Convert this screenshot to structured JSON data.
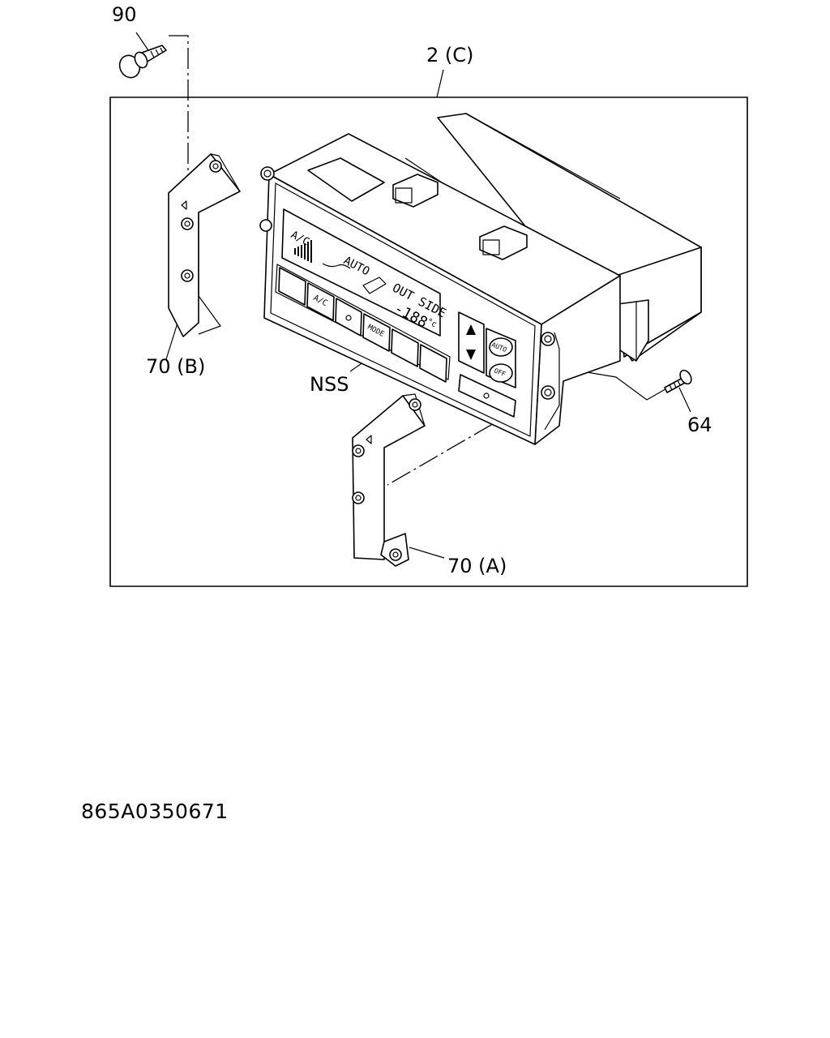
{
  "callouts": {
    "bolt_top": "90",
    "assembly": "2 (C)",
    "bracket_b": "70 (B)",
    "nss": "NSS",
    "screw": "64",
    "bracket_a": "70 (A)"
  },
  "panel_labels": {
    "ac_display": "A/C",
    "auto_display": "AUTO",
    "outside": "OUT SIDE",
    "temp": "-188",
    "deg": "°c",
    "ac_button": "A/C",
    "mode_button": "MODE",
    "auto_button": "AUTO",
    "off_button": "OFF"
  },
  "document_id": "865A0350671"
}
